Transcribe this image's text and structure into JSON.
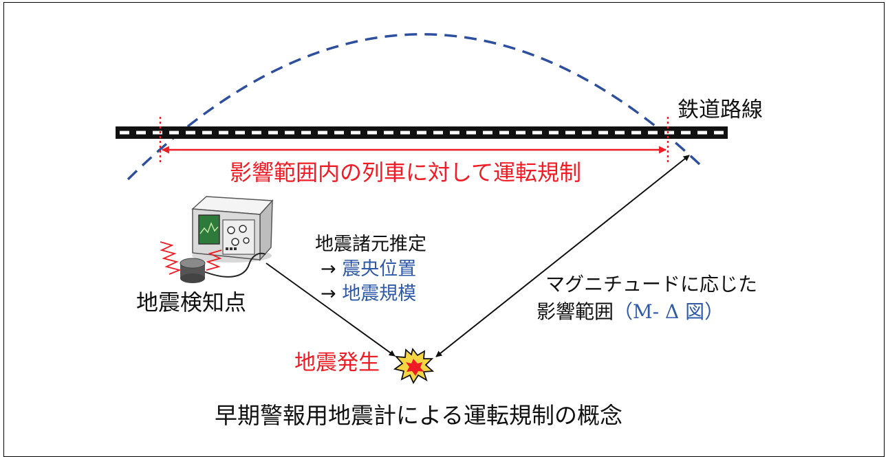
{
  "labels": {
    "railway_line": "鉄道路線",
    "restriction_range": "影響範囲内の列車に対して運転規制",
    "estimate_title": "地震諸元推定",
    "arrow_1": "→",
    "epicenter": "震央位置",
    "arrow_2": "→",
    "magnitude": "地震規模",
    "detection_point": "地震検知点",
    "influence_line1": "マグニチュードに応じた",
    "influence_line2_prefix": "影響範囲",
    "influence_line2_suffix": "（M- Δ 図）",
    "occurrence": "地震発生",
    "caption": "早期警報用地震計による運転規制の概念"
  },
  "colors": {
    "red": "#ee1c24",
    "blue": "#2e5aa8",
    "arc": "#2e4f9e",
    "black": "#111111"
  },
  "icons": [
    "seismometer-icon",
    "sensor-icon",
    "vibration-icon",
    "explosion-icon"
  ]
}
